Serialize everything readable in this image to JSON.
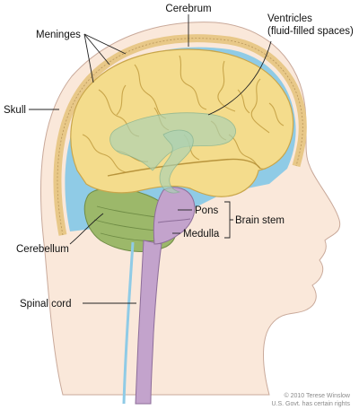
{
  "labels": {
    "cerebrum": "Cerebrum",
    "meninges": "Meninges",
    "ventricles_line1": "Ventricles",
    "ventricles_line2": "(fluid-filled spaces)",
    "skull": "Skull",
    "pons": "Pons",
    "brain_stem": "Brain stem",
    "medulla": "Medulla",
    "cerebellum": "Cerebellum",
    "spinal_cord": "Spinal cord"
  },
  "credit": {
    "line1": "© 2010 Terese Winslow",
    "line2": "U.S. Govt. has certain rights"
  },
  "colors": {
    "cerebrum": "#f4dc8c",
    "cerebellum": "#9cb86a",
    "ventricles": "#a9d1b4",
    "brainstem": "#c3a3cc",
    "csf": "#8fcbe6",
    "skull": "#e9c98a",
    "skin": "#fae8da"
  }
}
